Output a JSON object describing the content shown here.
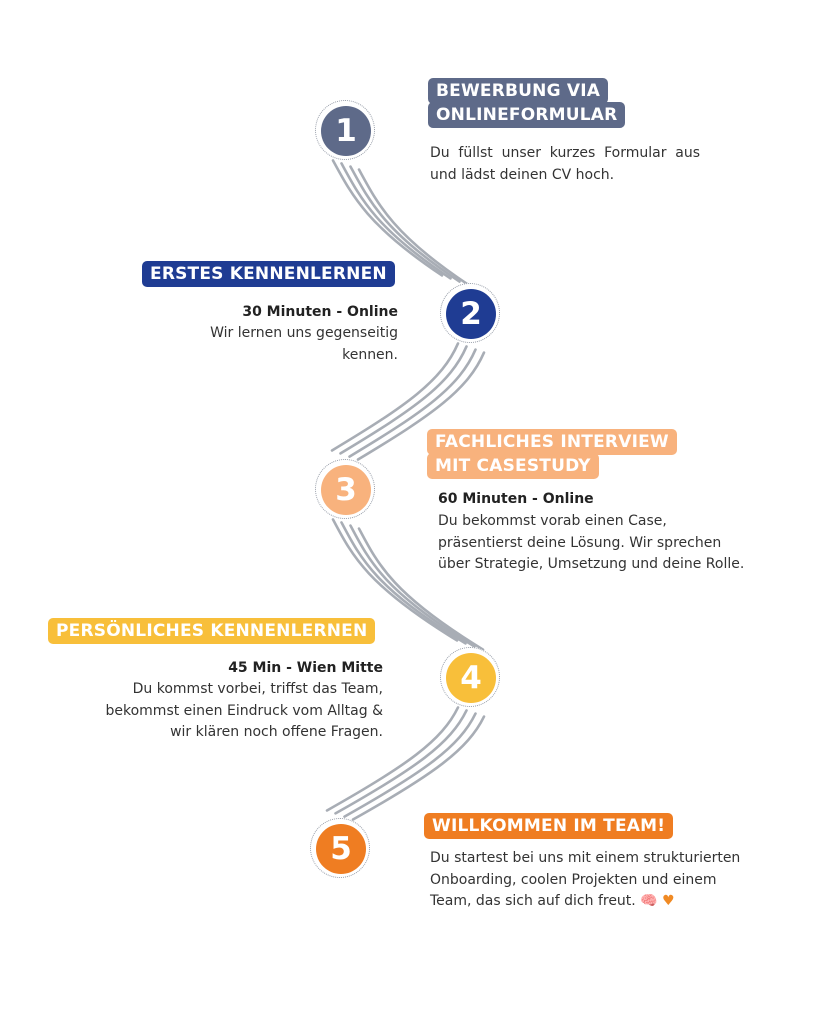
{
  "colors": {
    "step1": "#5e6a89",
    "step2": "#1f3c93",
    "step3": "#f8b27d",
    "step4": "#f8bf3a",
    "step5": "#ef7d22",
    "road": "#a8adb5"
  },
  "steps": [
    {
      "number": "1",
      "title_line1": "BEWERBUNG VIA",
      "title_line2": "ONLINEFORMULAR",
      "body": "Du füllst unser kurzes Formular aus und lädst deinen CV hoch."
    },
    {
      "number": "2",
      "title_line1": "ERSTES KENNENLERNEN",
      "subtitle": "30 Minuten - Online",
      "body_line1": "Wir lernen uns gegenseitig",
      "body_line2": "kennen."
    },
    {
      "number": "3",
      "title_line1": "FACHLICHES INTERVIEW",
      "title_line2": "MIT CASESTUDY",
      "subtitle": "60 Minuten - Online",
      "body_line1": "Du bekommst vorab einen Case,",
      "body_line2": "präsentierst deine Lösung. Wir sprechen",
      "body_line3": "über Strategie, Umsetzung und deine Rolle."
    },
    {
      "number": "4",
      "title_line1": "PERSÖNLICHES KENNENLERNEN",
      "subtitle": "45 Min - Wien Mitte",
      "body_line1": "Du kommst vorbei, triffst das Team,",
      "body_line2": "bekommst einen Eindruck vom Alltag &",
      "body_line3": "wir klären noch offene Fragen."
    },
    {
      "number": "5",
      "title_line1": "WILLKOMMEN IM TEAM!",
      "body_line1": "Du startest bei uns mit einem strukturierten",
      "body_line2": "Onboarding, coolen Projekten und einem",
      "body_line3": "Team, das sich auf dich freut.",
      "icons": [
        "brain-icon",
        "heart-icon"
      ]
    }
  ]
}
